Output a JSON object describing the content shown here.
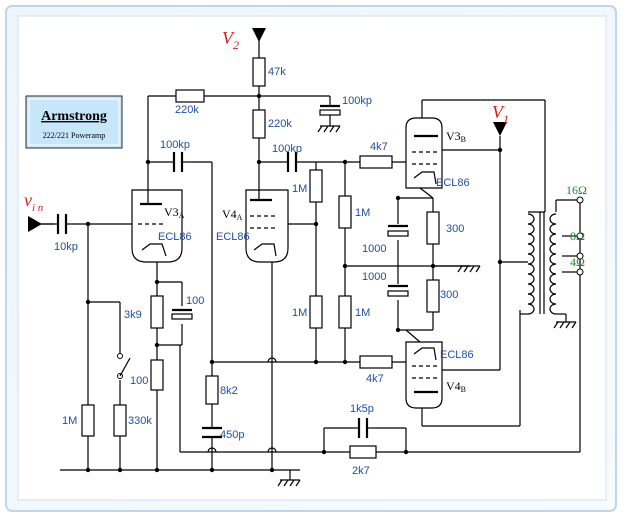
{
  "title_box": {
    "title": "Armstrong",
    "subtitle": "222/221 Poweramp"
  },
  "supplies": {
    "v2": "V",
    "v2_sub": "2",
    "v1": "V",
    "v1_sub": "1",
    "vin": "v",
    "vin_sub": "i n"
  },
  "tubes": {
    "v3a": {
      "name": "V3",
      "sub": "A",
      "type": "ECL86"
    },
    "v4a": {
      "name": "V4",
      "sub": "A",
      "type": "ECL86"
    },
    "v3b": {
      "name": "V3",
      "sub": "B",
      "type": "ECL86"
    },
    "v4b": {
      "name": "V4",
      "sub": "B",
      "type": "ECL86"
    }
  },
  "components": {
    "r_47k": "47k",
    "r_220k_top": "220k",
    "r_220k": "220k",
    "c_100kp_top": "100kp",
    "c_100kp_left": "100kp",
    "c_100kp_mid": "100kp",
    "r_4k7_top": "4k7",
    "c_10kp": "10kp",
    "r_1m_a": "1M",
    "r_1m_b": "1M",
    "r_1m_c": "1M",
    "r_1m_d": "1M",
    "c_1000_a": "1000",
    "c_1000_b": "1000",
    "r_300_a": "300",
    "r_300_b": "300",
    "r_3k9": "3k9",
    "c_100": "100",
    "r_100": "100",
    "r_1m_in": "1M",
    "r_330k": "330k",
    "r_8k2": "8k2",
    "c_450p": "450p",
    "r_4k7_bot": "4k7",
    "c_1k5p": "1k5p",
    "r_2k7": "2k7"
  },
  "outputs": {
    "o16": "16Ω",
    "o8": "8Ω",
    "o4": "4Ω"
  }
}
